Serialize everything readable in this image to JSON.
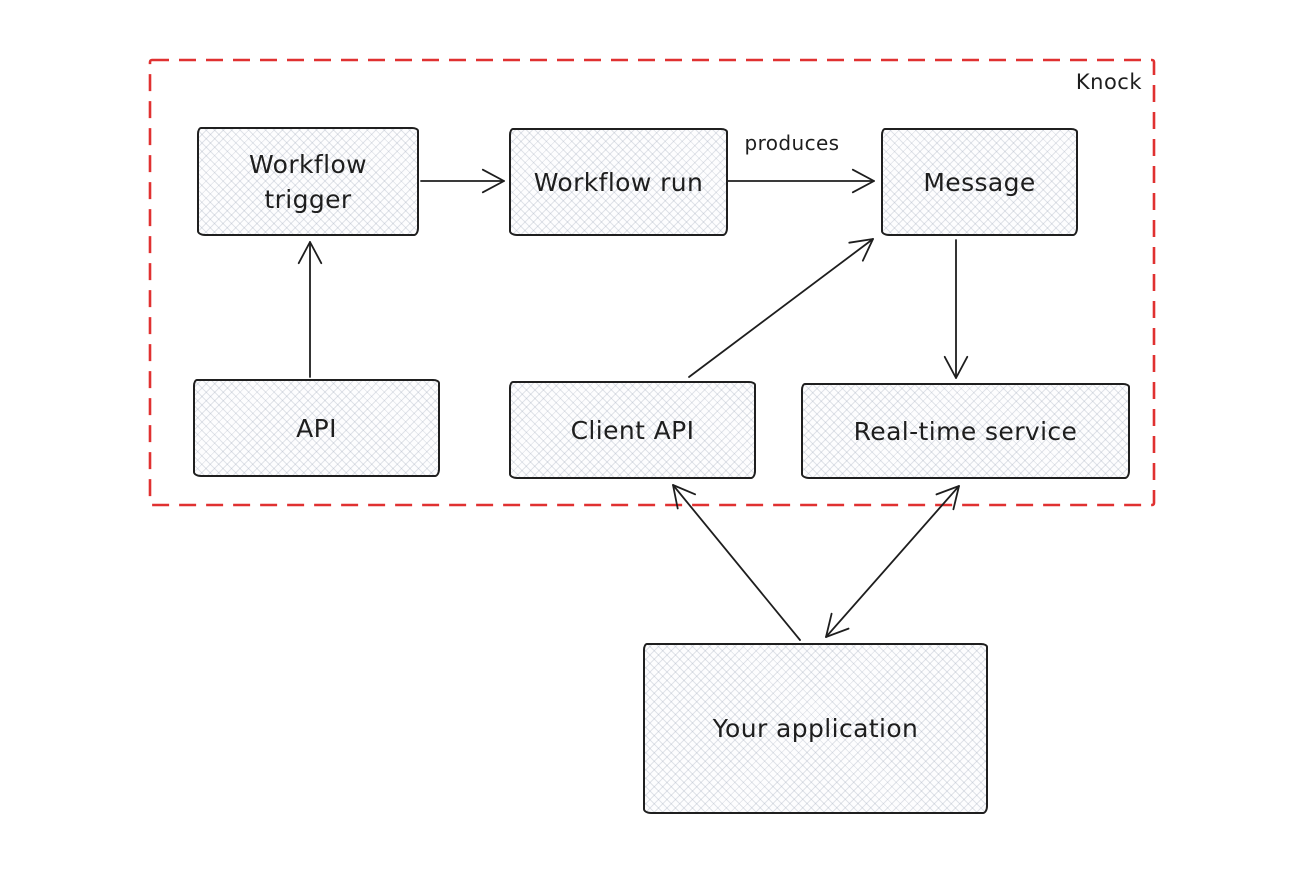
{
  "boundary": {
    "label": "Knock",
    "border_color": "#e03131"
  },
  "nodes": [
    {
      "id": "workflow-trigger",
      "label": "Workflow trigger"
    },
    {
      "id": "workflow-run",
      "label": "Workflow run"
    },
    {
      "id": "message",
      "label": "Message"
    },
    {
      "id": "api",
      "label": "API"
    },
    {
      "id": "client-api",
      "label": "Client API"
    },
    {
      "id": "real-time-service",
      "label": "Real-time service"
    },
    {
      "id": "your-application",
      "label": "Your application"
    }
  ],
  "edges": [
    {
      "from": "API",
      "to": "Workflow trigger",
      "direction": "one-way",
      "label": ""
    },
    {
      "from": "Workflow trigger",
      "to": "Workflow run",
      "direction": "one-way",
      "label": ""
    },
    {
      "from": "Workflow run",
      "to": "Message",
      "direction": "one-way",
      "label": "produces"
    },
    {
      "from": "Client API",
      "to": "Message",
      "direction": "one-way",
      "label": ""
    },
    {
      "from": "Message",
      "to": "Real-time service",
      "direction": "one-way",
      "label": ""
    },
    {
      "from": "Your application",
      "to": "Client API",
      "direction": "one-way",
      "label": ""
    },
    {
      "from": "Your application",
      "to": "Real-time service",
      "direction": "two-way",
      "label": ""
    }
  ],
  "colors": {
    "stroke": "#1e1e1e",
    "boundary": "#e03131",
    "node_fill": "#f8f9fa"
  }
}
